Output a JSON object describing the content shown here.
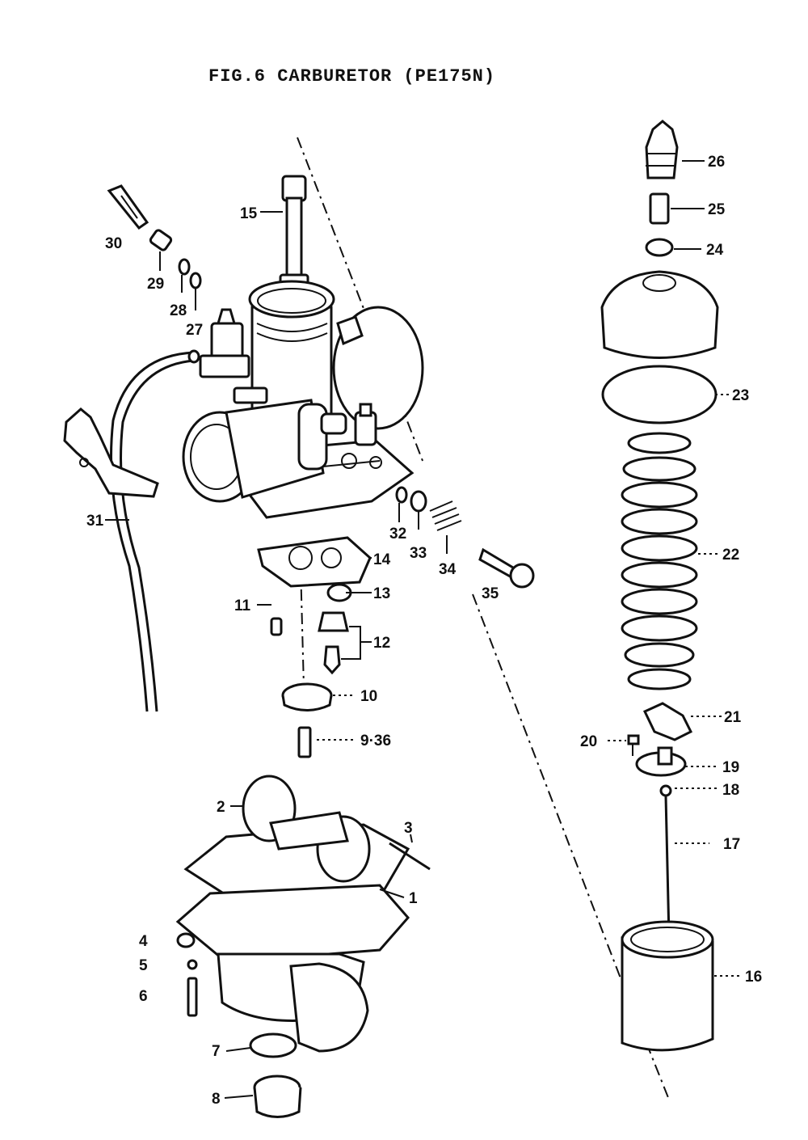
{
  "title": "FIG.6  CARBURETOR  (PE175N)",
  "parts": {
    "p1": "1",
    "p2": "2",
    "p3": "3",
    "p4": "4",
    "p5": "5",
    "p6": "6",
    "p7": "7",
    "p8": "8",
    "p9_36": "9·36",
    "p10": "10",
    "p11": "11",
    "p12": "12",
    "p13": "13",
    "p14": "14",
    "p15": "15",
    "p16": "16",
    "p17": "17",
    "p18": "18",
    "p19": "19",
    "p20": "20",
    "p21": "21",
    "p22": "22",
    "p23": "23",
    "p24": "24",
    "p25": "25",
    "p26": "26",
    "p27": "27",
    "p28": "28",
    "p29": "29",
    "p30": "30",
    "p31": "31",
    "p32": "32",
    "p33": "33",
    "p34": "34",
    "p35": "35"
  }
}
